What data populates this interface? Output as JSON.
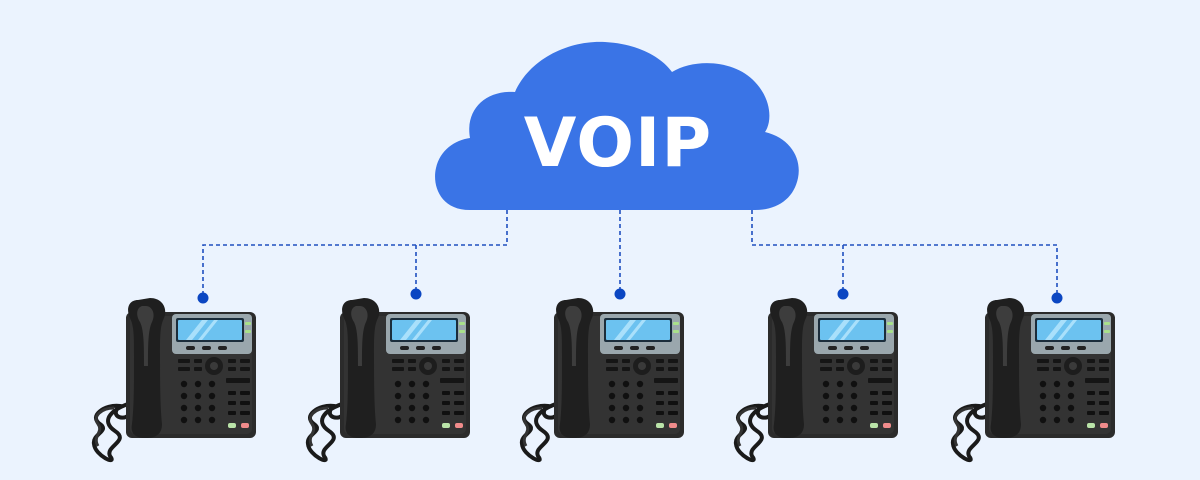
{
  "cloud": {
    "label": "VOIP",
    "color": "#3a74e6",
    "label_color": "#ffffff"
  },
  "connector_color": "#1f4fbf",
  "background_color": "#ebf3fe",
  "phones": [
    {
      "name": "desk-phone-1"
    },
    {
      "name": "desk-phone-2"
    },
    {
      "name": "desk-phone-3"
    },
    {
      "name": "desk-phone-4"
    },
    {
      "name": "desk-phone-5"
    }
  ]
}
